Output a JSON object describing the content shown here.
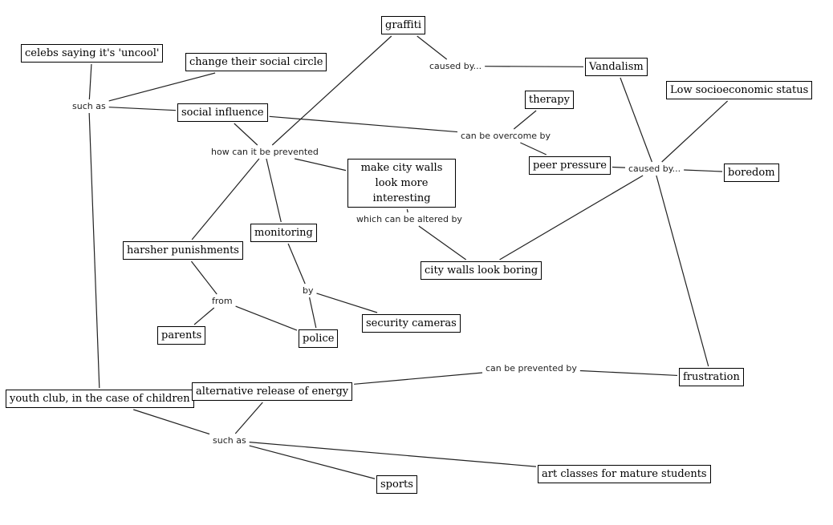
{
  "diagram": {
    "type": "concept-map",
    "concepts": {
      "graffiti": "graffiti",
      "vandalism": "Vandalism",
      "celebs": "celebs saying it's 'uncool'",
      "change_circle": "change their social circle",
      "social_influence": "social influence",
      "therapy": "therapy",
      "low_ses": "Low socioeconomic status",
      "peer_pressure": "peer pressure",
      "boredom": "boredom",
      "make_walls": "make city walls\nlook more interesting",
      "monitoring": "monitoring",
      "harsher": "harsher punishments",
      "city_walls_boring": "city walls look boring",
      "parents": "parents",
      "police": "police",
      "security_cameras": "security cameras",
      "youth_club": "youth club, in the case of children",
      "alt_release": "alternative release of energy",
      "frustration": "frustration",
      "sports": "sports",
      "art_classes": "art classes for mature students"
    },
    "phrases": {
      "such_as_top": "such as",
      "caused_by_top": "caused by...",
      "how_prevented": "how can it be prevented",
      "overcome_by": "can be overcome by",
      "caused_by_right": "caused by...",
      "altered_by": "which can be altered by",
      "from": "from",
      "by": "by",
      "prevented_by": "can be prevented by",
      "such_as_bottom": "such as"
    },
    "links": [
      [
        "graffiti",
        "caused_by_top"
      ],
      [
        "caused_by_top",
        "vandalism"
      ],
      [
        "graffiti",
        "how_prevented"
      ],
      [
        "celebs",
        "such_as_top"
      ],
      [
        "change_circle",
        "such_as_top"
      ],
      [
        "such_as_top",
        "social_influence"
      ],
      [
        "such_as_top",
        "youth_club"
      ],
      [
        "social_influence",
        "how_prevented"
      ],
      [
        "social_influence",
        "overcome_by"
      ],
      [
        "overcome_by",
        "therapy"
      ],
      [
        "overcome_by",
        "peer_pressure"
      ],
      [
        "vandalism",
        "caused_by_right"
      ],
      [
        "low_ses",
        "caused_by_right"
      ],
      [
        "peer_pressure",
        "caused_by_right"
      ],
      [
        "caused_by_right",
        "boredom"
      ],
      [
        "caused_by_right",
        "city_walls_boring"
      ],
      [
        "caused_by_right",
        "frustration"
      ],
      [
        "how_prevented",
        "make_walls"
      ],
      [
        "how_prevented",
        "monitoring"
      ],
      [
        "how_prevented",
        "harsher"
      ],
      [
        "make_walls",
        "altered_by"
      ],
      [
        "altered_by",
        "city_walls_boring"
      ],
      [
        "harsher",
        "from"
      ],
      [
        "from",
        "parents"
      ],
      [
        "from",
        "police"
      ],
      [
        "monitoring",
        "by"
      ],
      [
        "by",
        "police"
      ],
      [
        "by",
        "security_cameras"
      ],
      [
        "alt_release",
        "prevented_by"
      ],
      [
        "prevented_by",
        "frustration"
      ],
      [
        "youth_club",
        "such_as_bottom"
      ],
      [
        "alt_release",
        "such_as_bottom"
      ],
      [
        "such_as_bottom",
        "sports"
      ],
      [
        "such_as_bottom",
        "art_classes"
      ]
    ]
  }
}
